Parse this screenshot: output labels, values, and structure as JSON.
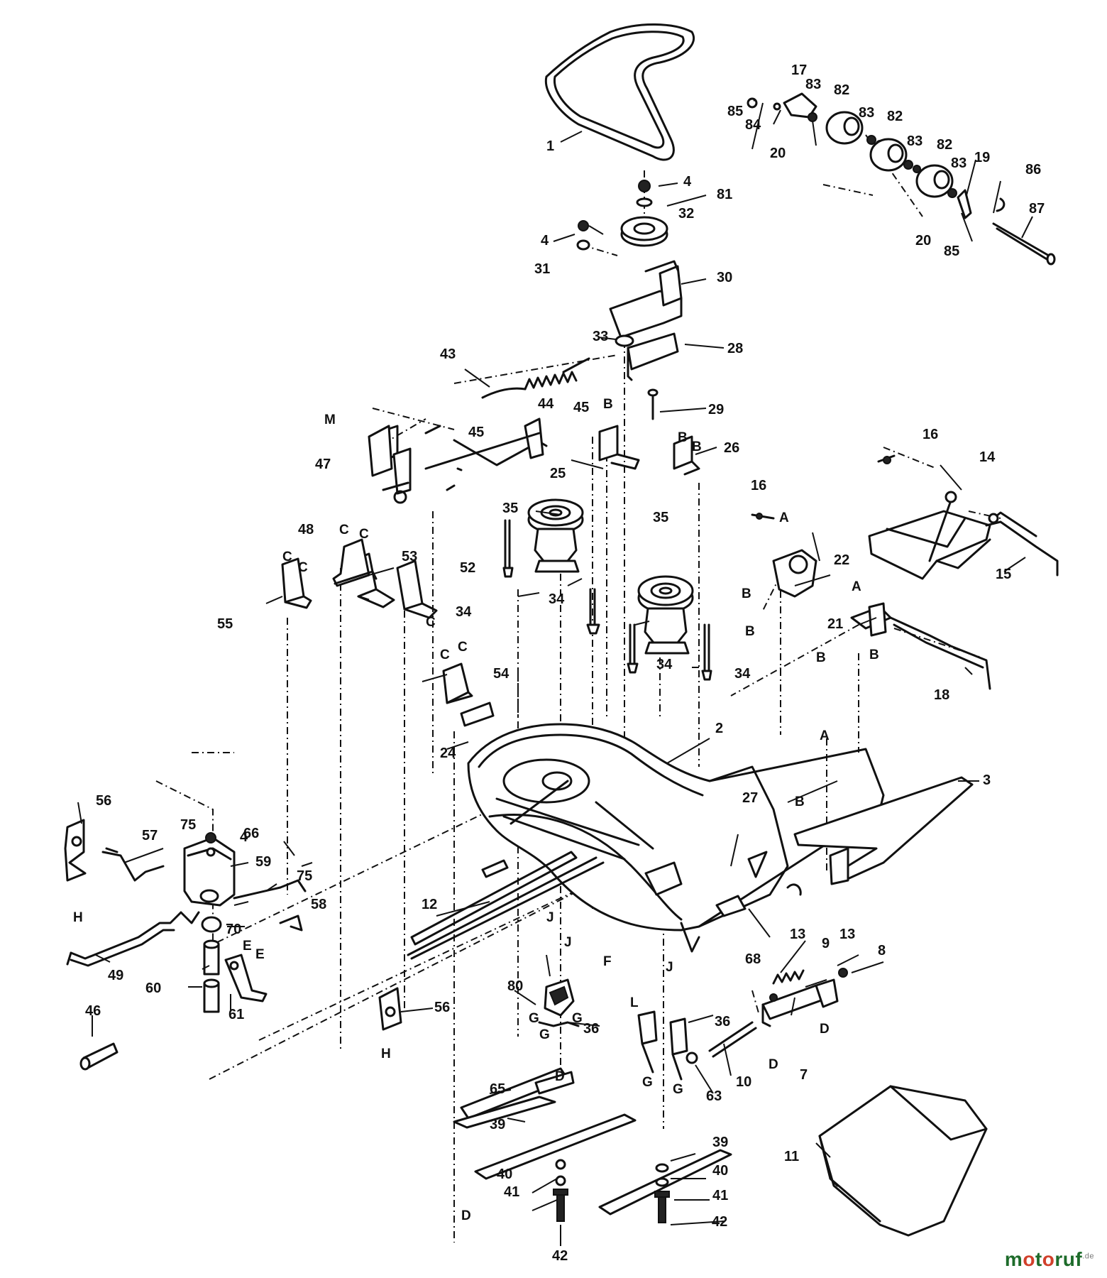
{
  "callouts": [
    "1",
    "2",
    "3",
    "4",
    "4",
    "4",
    "7",
    "8",
    "9",
    "10",
    "11",
    "12",
    "13",
    "13",
    "14",
    "15",
    "16",
    "16",
    "17",
    "18",
    "19",
    "20",
    "20",
    "21",
    "22",
    "24",
    "25",
    "26",
    "27",
    "28",
    "29",
    "30",
    "31",
    "32",
    "33",
    "34",
    "34",
    "34",
    "34",
    "35",
    "35",
    "36",
    "36",
    "39",
    "39",
    "40",
    "40",
    "41",
    "41",
    "42",
    "42",
    "43",
    "44",
    "45",
    "45",
    "46",
    "47",
    "48",
    "49",
    "52",
    "53",
    "54",
    "55",
    "56",
    "56",
    "57",
    "58",
    "59",
    "60",
    "61",
    "63",
    "65",
    "66",
    "68",
    "70",
    "75",
    "75",
    "80",
    "81",
    "82",
    "82",
    "82",
    "83",
    "83",
    "83",
    "83",
    "84",
    "85",
    "85",
    "86",
    "87"
  ],
  "refs": [
    "A",
    "A",
    "A",
    "B",
    "B",
    "B",
    "B",
    "B",
    "B",
    "B",
    "B",
    "C",
    "C",
    "C",
    "C",
    "C",
    "C",
    "C",
    "D",
    "D",
    "D",
    "D",
    "E",
    "E",
    "F",
    "G",
    "G",
    "G",
    "G",
    "G",
    "H",
    "H",
    "J",
    "J",
    "J",
    "L",
    "M"
  ],
  "brand": {
    "name": "motoruf",
    "suffix": ".de",
    "color_main": "#1d6b2a",
    "color_accent": "#d1402b"
  }
}
